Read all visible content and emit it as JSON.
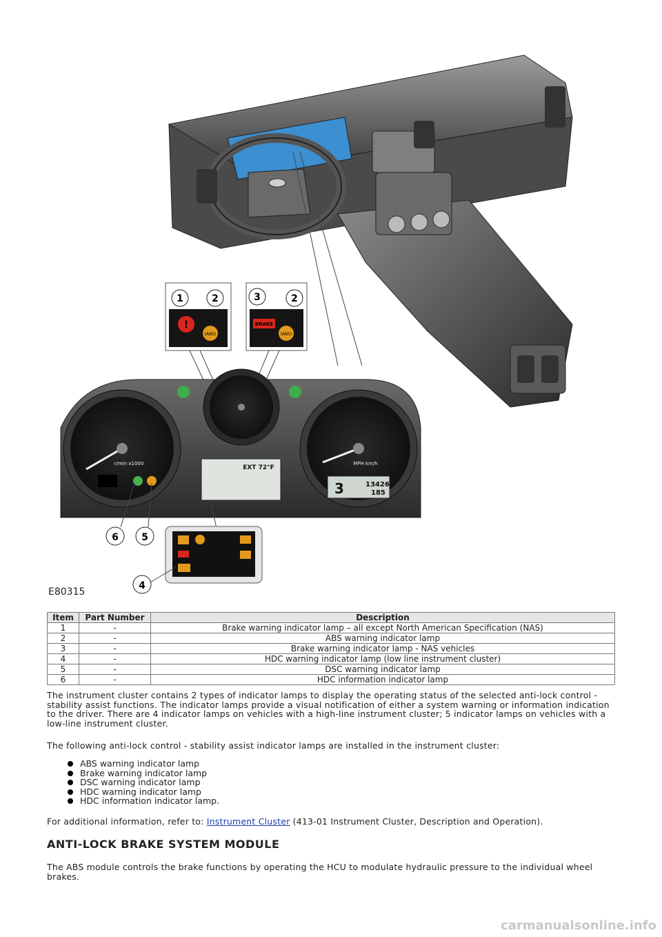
{
  "figure": {
    "id": "E80315",
    "callouts": [
      "1",
      "2",
      "3",
      "2",
      "6",
      "5",
      "4"
    ],
    "speedometer_unit": "MPH km/h",
    "tachometer_unit": "r/min x1000",
    "display_temp": "EXT 72°F",
    "odometer": "13426",
    "trip": "185",
    "gear": "3",
    "inset1_labels": [
      "(ABS)"
    ],
    "inset2_labels": [
      "BRAKE",
      "(ABS)"
    ]
  },
  "table": {
    "headers": [
      "Item",
      "Part Number",
      "Description"
    ],
    "rows": [
      [
        "1",
        "-",
        "Brake warning indicator lamp – all except North American Specification (NAS)"
      ],
      [
        "2",
        "-",
        "ABS warning indicator lamp"
      ],
      [
        "3",
        "-",
        "Brake warning indicator lamp - NAS vehicles"
      ],
      [
        "4",
        "-",
        "HDC warning indicator lamp (low line instrument cluster)"
      ],
      [
        "5",
        "-",
        "DSC warning indicator lamp"
      ],
      [
        "6",
        "-",
        "HDC information indicator lamp"
      ]
    ]
  },
  "paragraph1": "The instrument cluster contains 2 types of indicator lamps to display the operating status of the selected anti-lock control - stability assist functions. The indicator lamps provide a visual notification of either a system warning or information indication to the driver. There are 4 indicator lamps on vehicles with a high-line instrument cluster; 5 indicator lamps on vehicles with a low-line instrument cluster.",
  "paragraph2": "The following anti-lock control - stability assist indicator lamps are installed in the instrument cluster:",
  "bullets": [
    "ABS warning indicator lamp",
    "Brake warning indicator lamp",
    "DSC warning indicator lamp",
    "HDC warning indicator lamp",
    "HDC information indicator lamp."
  ],
  "paragraph3": {
    "before": "For additional information, refer to: ",
    "link": "Instrument Cluster",
    "after": " (413-01 Instrument Cluster, Description and Operation)."
  },
  "section_heading": "ANTI-LOCK BRAKE SYSTEM MODULE",
  "paragraph4": "The ABS module controls the brake functions by operating the HCU to modulate hydraulic pressure to the individual wheel brakes.",
  "watermark": "carmanualsonline.info",
  "colors": {
    "amber": "#e39a1c",
    "red": "#d8261f",
    "link": "#1a3fb0",
    "cluster_blue": "#3c8fd0"
  }
}
